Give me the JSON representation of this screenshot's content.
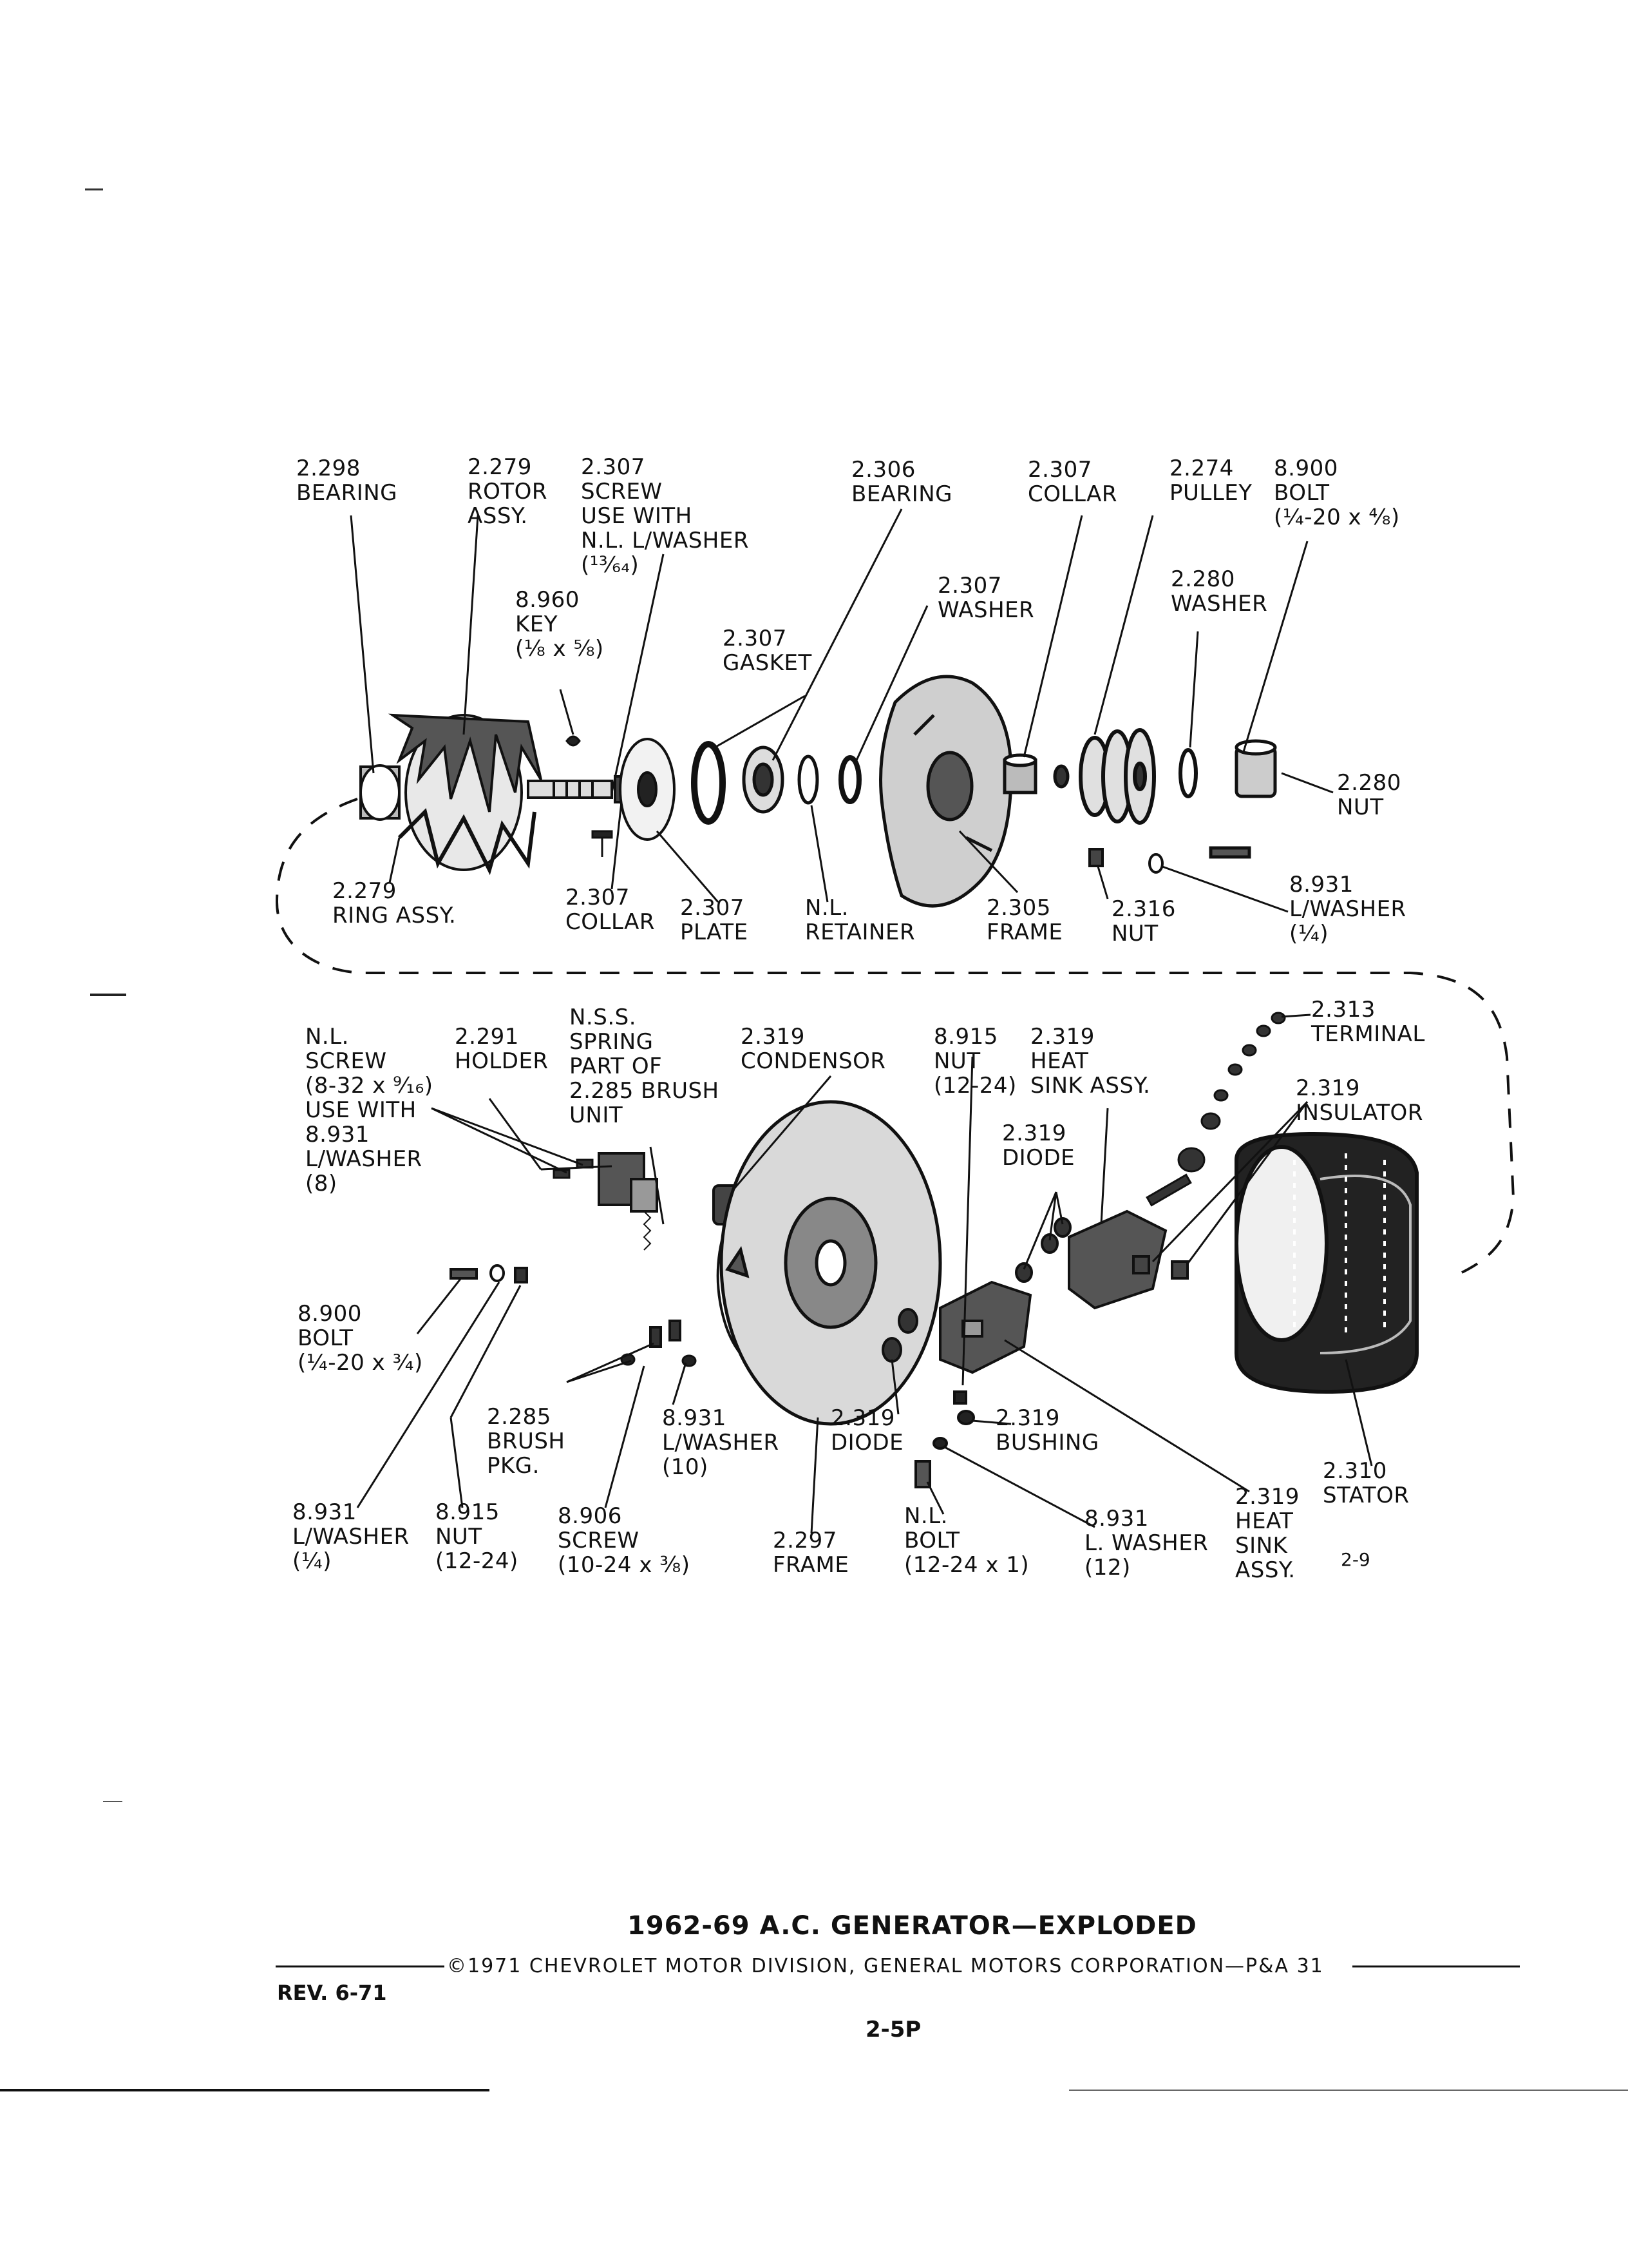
{
  "labels": {
    "bearing_2298": "2.298\nBEARING",
    "rotor_2279": "2.279\nROTOR\nASSY.",
    "screw_2307": "2.307\nSCREW\nUSE WITH\nN.L. L/WASHER\n(¹³⁄₆₄)",
    "key_8960": "8.960\nKEY\n(⅛ x ⅝)",
    "gasket_2307": "2.307\nGASKET",
    "bearing_2306": "2.306\nBEARING",
    "washer_2307": "2.307\nWASHER",
    "collar_2307_top": "2.307\nCOLLAR",
    "pulley_2274": "2.274\nPULLEY",
    "bolt_8900_top": "8.900\nBOLT\n(¼-20 x ⁴⁄₈)",
    "washer_2280": "2.280\nWASHER",
    "nut_2280": "2.280\nNUT",
    "ring_2279": "2.279\nRING ASSY.",
    "collar_2307_low": "2.307\nCOLLAR",
    "plate_2307": "2.307\nPLATE",
    "retainer_nl": "N.L.\nRETAINER",
    "frame_2305": "2.305\nFRAME",
    "nut_2316": "2.316\nNUT",
    "lwasher_8931_top": "8.931\nL/WASHER\n(¼)",
    "screw_nl": "N.L.\nSCREW\n(8-32 x ⁹⁄₁₆)\nUSE WITH\n8.931\nL/WASHER\n(8)",
    "holder_2291": "2.291\nHOLDER",
    "spring_nss": "N.S.S.\nSPRING\nPART OF\n2.285 BRUSH\nUNIT",
    "condensor_2319": "2.319\nCONDENSOR",
    "nut_8915_mid": "8.915\nNUT\n(12-24)",
    "heatsink_2319_top": "2.319\nHEAT\nSINK ASSY.",
    "terminal_2313": "2.313\nTERMINAL",
    "insulator_2319": "2.319\nINSULATOR",
    "diode_2319_top": "2.319\nDIODE",
    "bolt_8900_low": "8.900\nBOLT\n(¼-20 x ¾)",
    "brush_2285": "2.285\nBRUSH\nPKG.",
    "lwasher_8931_mid": "8.931\nL/WASHER\n(10)",
    "diode_2319_low": "2.319\nDIODE",
    "bushing_2319": "2.319\nBUSHING",
    "stator_2310": "2.310\nSTATOR",
    "lwasher_8931_low": "8.931\nL/WASHER\n(¼)",
    "nut_8915_low": "8.915\nNUT\n(12-24)",
    "screw_8906": "8.906\nSCREW\n(10-24 x ⅜)",
    "frame_2297": "2.297\nFRAME",
    "bolt_nl": "N.L.\nBOLT\n(12-24 x 1)",
    "lwasher_8931_12": "8.931\nL. WASHER\n(12)",
    "heatsink_2319_low": "2.319\nHEAT\nSINK\nASSY.",
    "fig_no": "2-9"
  },
  "title": "1962-69 A.C. GENERATOR—EXPLODED",
  "copyright": "©1971 CHEVROLET MOTOR DIVISION, GENERAL MOTORS CORPORATION—P&A 31",
  "revision": "REV. 6-71",
  "page_number": "2-5P"
}
